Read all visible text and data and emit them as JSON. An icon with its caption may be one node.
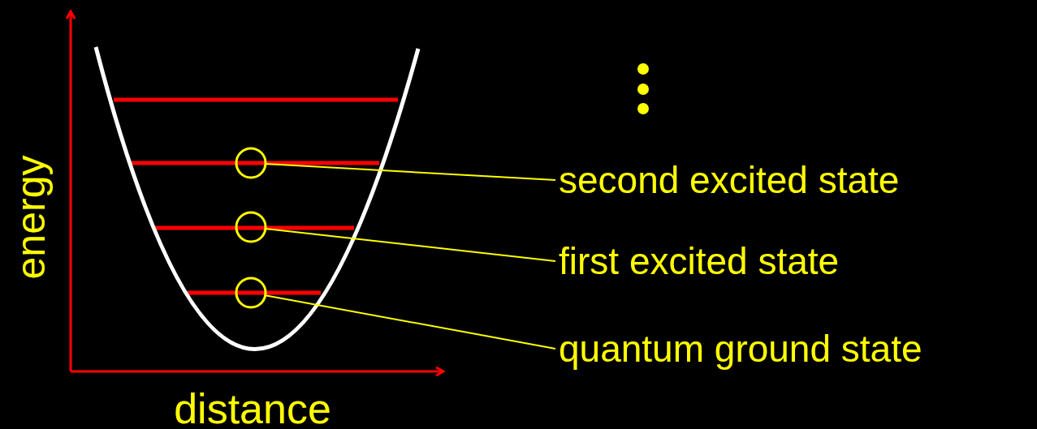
{
  "diagram": {
    "nodes": [
      {
        "text": [],
        "shape": "circle"
      },
      {
        "text": [
          "second excited state"
        ]
      },
      {
        "text": [],
        "shape": "circle"
      },
      {
        "text": [
          "first excited state"
        ]
      },
      {
        "text": [],
        "shape": "circle"
      },
      {
        "text": [
          "quantum ground state"
        ]
      }
    ],
    "edges": [
      {
        "from": 1,
        "to": 0,
        "arrow": "none"
      },
      {
        "from": 3,
        "to": 2,
        "arrow": "none"
      },
      {
        "from": 5,
        "to": 4,
        "arrow": "none"
      }
    ],
    "labels": [
      "energy",
      "distance"
    ]
  }
}
